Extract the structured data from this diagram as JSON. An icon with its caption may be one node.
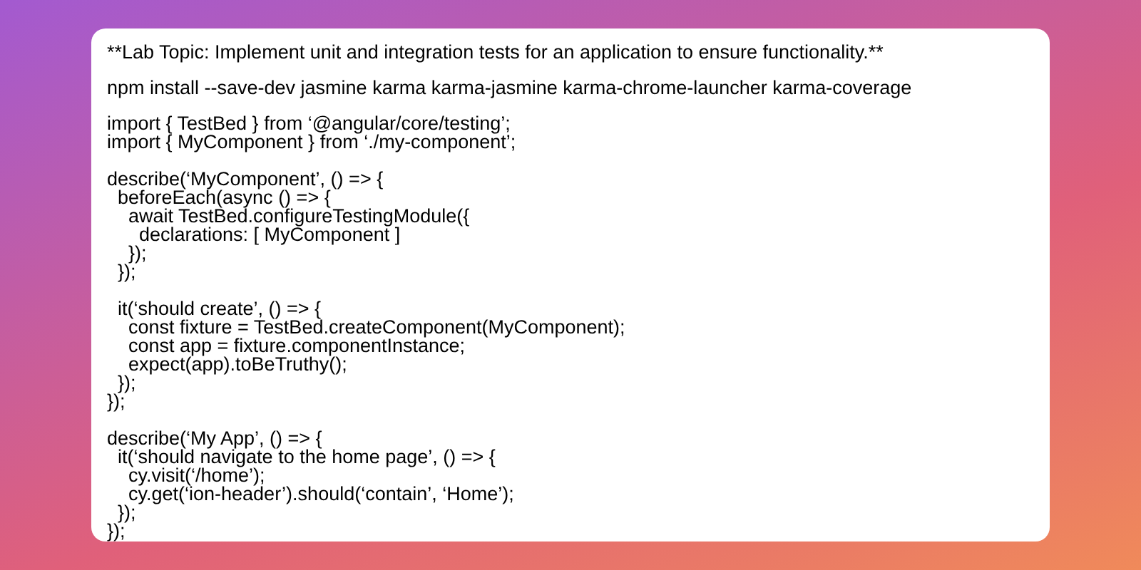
{
  "diagram": {
    "title": "**Lab Topic: Implement unit and integration tests for an application to ensure functionality.**",
    "labels": [
      "npm install --save-dev jasmine karma karma-jasmine karma-chrome-launcher karma-coverage",
      "import { TestBed } from ‘@angular/core/testing’;",
      "import { MyComponent } from ‘./my-component’;",
      "describe(‘MyComponent’, () => {",
      "  beforeEach(async () => {",
      "    await TestBed.configureTestingModule({",
      "      declarations: [ MyComponent ]",
      "    });",
      "  });",
      "  it(‘should create’, () => {",
      "    const fixture = TestBed.createComponent(MyComponent);",
      "    const app = fixture.componentInstance;",
      "    expect(app).toBeTruthy();",
      "  });",
      "});",
      "describe(‘My App’, () => {",
      "  it(‘should navigate to the home page’, () => {",
      "    cy.visit(‘/home’);",
      "    cy.get(‘ion-header’).should(‘contain’, ‘Home’);",
      "  });",
      "});"
    ]
  }
}
